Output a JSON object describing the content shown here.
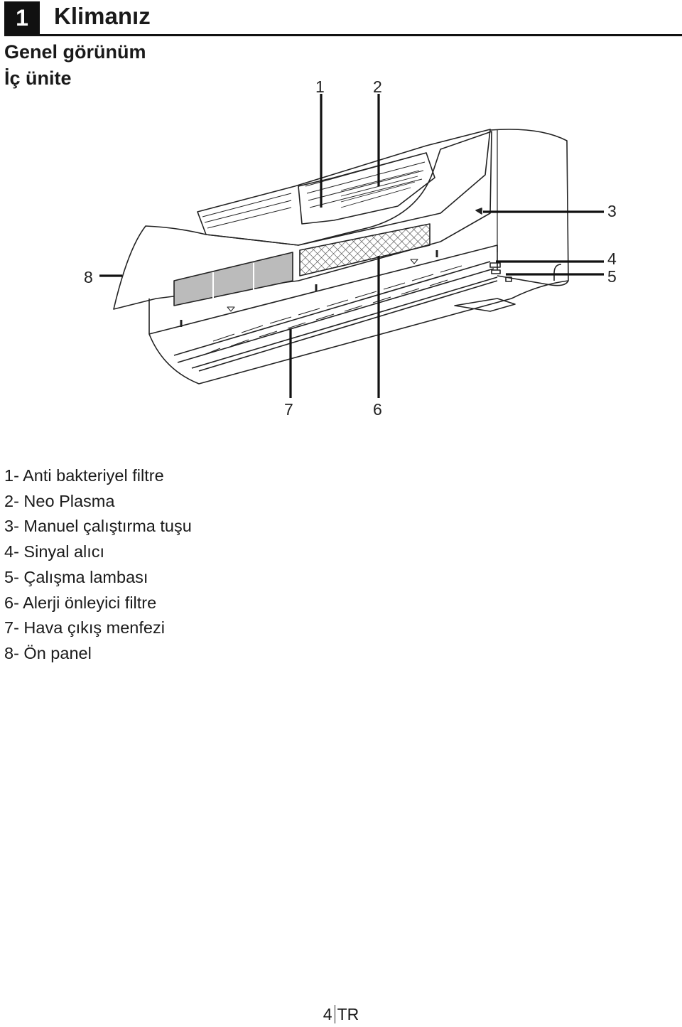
{
  "chapter": {
    "number": "1",
    "title": "Klimanız"
  },
  "section": {
    "title": "Genel görünüm",
    "subtitle": "İç ünite"
  },
  "diagram": {
    "callouts": [
      "1",
      "2",
      "3",
      "4",
      "5",
      "6",
      "7",
      "8"
    ]
  },
  "legend": [
    "1- Anti bakteriyel filtre",
    "2- Neo Plasma",
    "3- Manuel çalıştırma tuşu",
    "4- Sinyal alıcı",
    "5- Çalışma lambası",
    "6- Alerji önleyici filtre",
    "7- Hava çıkış menfezi",
    "8- Ön panel"
  ],
  "footer": {
    "page": "4",
    "lang": "TR"
  }
}
